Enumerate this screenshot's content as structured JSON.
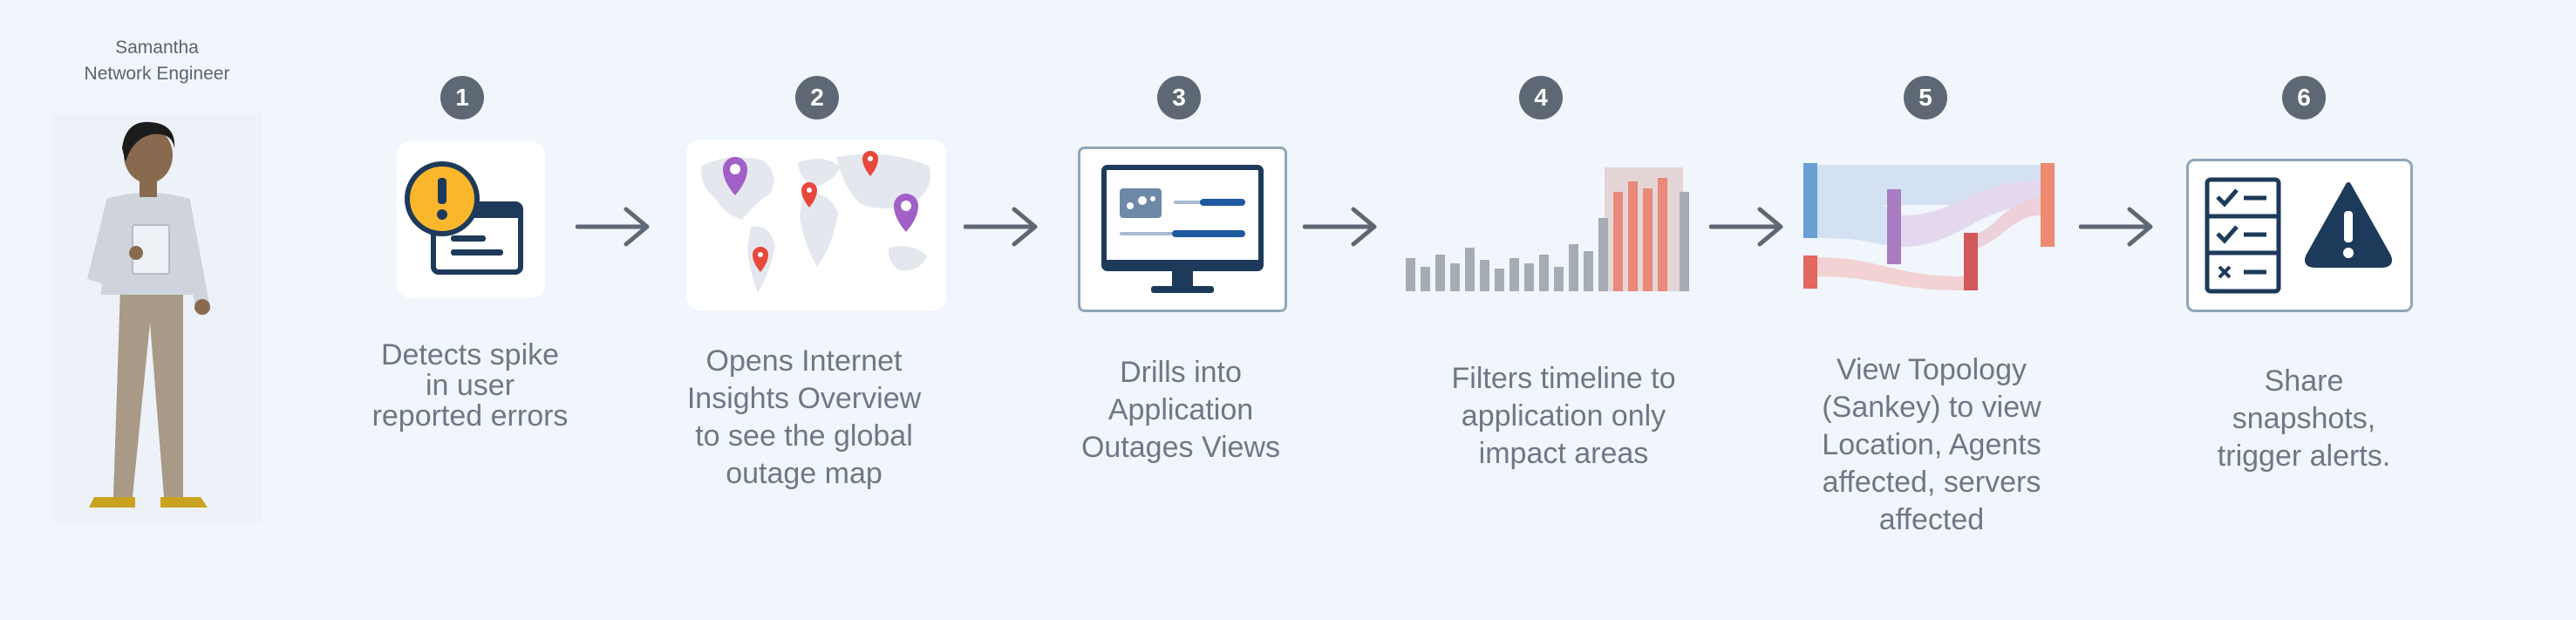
{
  "persona": {
    "name": "Samantha",
    "role": "Network Engineer"
  },
  "steps": [
    {
      "number": "1",
      "lines": [
        "Detects spike",
        "in user",
        "reported errors"
      ]
    },
    {
      "number": "2",
      "lines": [
        "Opens Internet",
        "Insights Overview",
        "to see the global",
        "outage map"
      ]
    },
    {
      "number": "3",
      "lines": [
        "Drills into",
        "Application",
        "Outages Views"
      ]
    },
    {
      "number": "4",
      "lines": [
        "Filters timeline to",
        "application only",
        "impact areas"
      ]
    },
    {
      "number": "5",
      "lines": [
        "View Topology",
        "(Sankey) to view",
        "Location, Agents",
        "affected, servers",
        "affected"
      ]
    },
    {
      "number": "6",
      "lines": [
        "Share",
        "snapshots,",
        "trigger alerts."
      ]
    }
  ],
  "colors": {
    "background": "#f1f5fc",
    "badge": "#5d6874",
    "caption": "#6d7885",
    "navy": "#1e3a5a",
    "warning_yellow": "#fbb72c",
    "bar_gray": "#a5acb5",
    "bar_red": "#e8897a",
    "sankey_blue": "#6a9fd4",
    "sankey_purple": "#a87cc0",
    "sankey_red": "#e2675e"
  }
}
